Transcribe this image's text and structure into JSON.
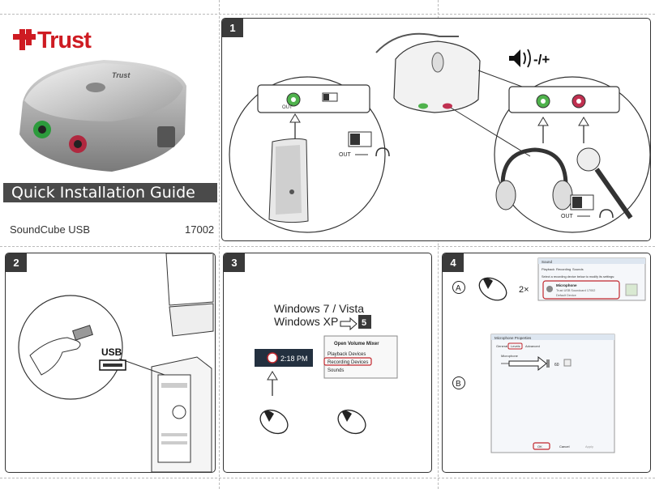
{
  "cover": {
    "brand": "Trust",
    "device_brand_text": "Trust",
    "guide_title": "Quick Installation Guide",
    "product_name": "SoundCube USB",
    "product_code": "17002"
  },
  "steps": [
    {
      "number": "1"
    },
    {
      "number": "2"
    },
    {
      "number": "3"
    },
    {
      "number": "4"
    }
  ],
  "step1": {
    "out_label": "OUT",
    "volume_label": "-/+"
  },
  "step2": {
    "usb_label": "USB"
  },
  "step3": {
    "os_line1": "Windows 7 / Vista",
    "os_line2": "Windows XP",
    "xp_ref": "5",
    "clock": "2:18 PM",
    "menu": [
      "Open Volume Mixer",
      "Playback Devices",
      "Recording Devices",
      "Sounds"
    ]
  },
  "step4": {
    "option_a": "A",
    "option_b": "B",
    "times": "2×",
    "sound_dialog": {
      "title": "Sound",
      "tabs": [
        "Playback",
        "Recording",
        "Sounds"
      ],
      "instruction": "Select a recording device below to modify its settings:",
      "device_name": "Microphone",
      "device_desc": "Trust USB Soundcard 17002",
      "device_status": "Default Device"
    },
    "mic_dialog": {
      "title": "Microphone Properties",
      "tabs": [
        "General",
        "Levels",
        "Advanced"
      ],
      "slider_label": "Microphone",
      "level": "60",
      "buttons": [
        "OK",
        "Cancel",
        "Apply"
      ]
    }
  }
}
